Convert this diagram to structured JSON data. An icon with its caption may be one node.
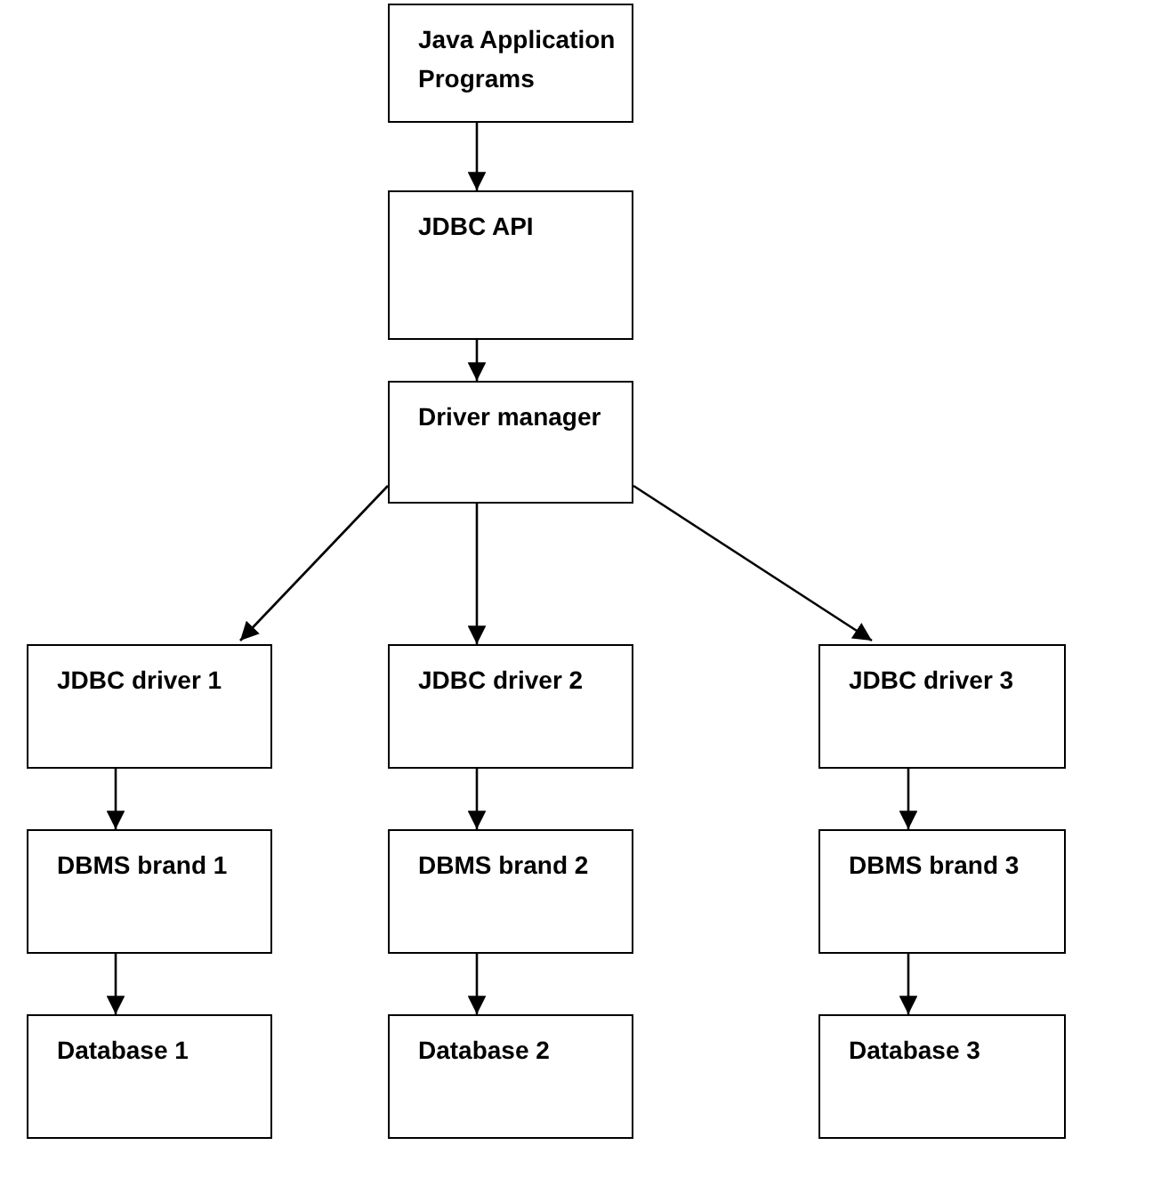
{
  "diagram": {
    "nodes": [
      {
        "text": [
          "Java Application Programs"
        ]
      },
      {
        "text": [
          "JDBC API"
        ]
      },
      {
        "text": [
          "Driver manager"
        ]
      },
      {
        "text": [
          "JDBC driver 1"
        ]
      },
      {
        "text": [
          "JDBC driver 2"
        ]
      },
      {
        "text": [
          "JDBC driver 3"
        ]
      },
      {
        "text": [
          "DBMS brand 1"
        ]
      },
      {
        "text": [
          "DBMS brand 2"
        ]
      },
      {
        "text": [
          "DBMS brand 3"
        ]
      },
      {
        "text": [
          "Database 1"
        ]
      },
      {
        "text": [
          "Database 2"
        ]
      },
      {
        "text": [
          "Database 3"
        ]
      }
    ],
    "edges": [
      {
        "from": 0,
        "to": 1,
        "arrow": "to"
      },
      {
        "from": 1,
        "to": 2,
        "arrow": "to"
      },
      {
        "from": 2,
        "to": 3,
        "arrow": "to"
      },
      {
        "from": 2,
        "to": 4,
        "arrow": "to"
      },
      {
        "from": 2,
        "to": 5,
        "arrow": "to"
      },
      {
        "from": 3,
        "to": 6,
        "arrow": "to"
      },
      {
        "from": 4,
        "to": 7,
        "arrow": "to"
      },
      {
        "from": 5,
        "to": 8,
        "arrow": "to"
      },
      {
        "from": 6,
        "to": 9,
        "arrow": "to"
      },
      {
        "from": 7,
        "to": 10,
        "arrow": "to"
      },
      {
        "from": 8,
        "to": 11,
        "arrow": "to"
      }
    ]
  }
}
